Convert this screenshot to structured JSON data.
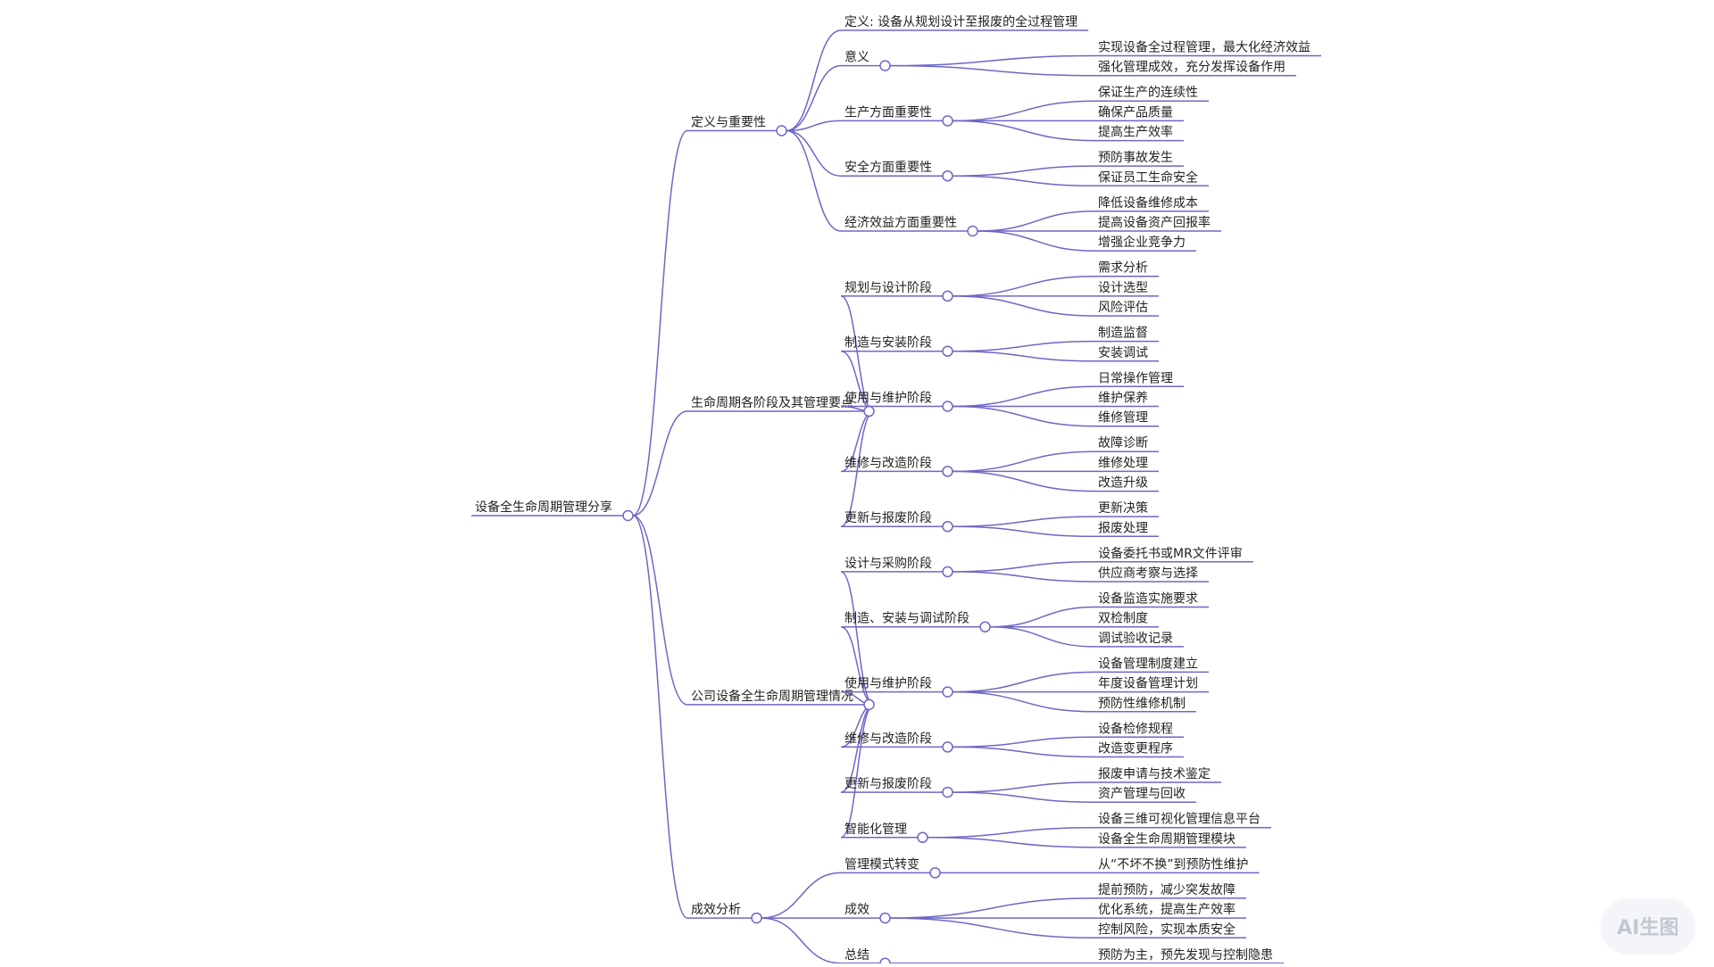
{
  "mindmap": {
    "root": {
      "label": "设备全生命周期管理分享",
      "children": [
        {
          "label": "定义与重要性",
          "children": [
            {
              "label": "定义: 设备从规划设计至报废的全过程管理"
            },
            {
              "label": "意义",
              "children": [
                {
                  "label": "实现设备全过程管理，最大化经济效益"
                },
                {
                  "label": "强化管理成效，充分发挥设备作用"
                }
              ]
            },
            {
              "label": "生产方面重要性",
              "children": [
                {
                  "label": "保证生产的连续性"
                },
                {
                  "label": "确保产品质量"
                },
                {
                  "label": "提高生产效率"
                }
              ]
            },
            {
              "label": "安全方面重要性",
              "children": [
                {
                  "label": "预防事故发生"
                },
                {
                  "label": "保证员工生命安全"
                }
              ]
            },
            {
              "label": "经济效益方面重要性",
              "children": [
                {
                  "label": "降低设备维修成本"
                },
                {
                  "label": "提高设备资产回报率"
                },
                {
                  "label": "增强企业竞争力"
                }
              ]
            }
          ]
        },
        {
          "label": "生命周期各阶段及其管理要点",
          "children": [
            {
              "label": "规划与设计阶段",
              "children": [
                {
                  "label": "需求分析"
                },
                {
                  "label": "设计选型"
                },
                {
                  "label": "风险评估"
                }
              ]
            },
            {
              "label": "制造与安装阶段",
              "children": [
                {
                  "label": "制造监督"
                },
                {
                  "label": "安装调试"
                }
              ]
            },
            {
              "label": "使用与维护阶段",
              "children": [
                {
                  "label": "日常操作管理"
                },
                {
                  "label": "维护保养"
                },
                {
                  "label": "维修管理"
                }
              ]
            },
            {
              "label": "维修与改造阶段",
              "children": [
                {
                  "label": "故障诊断"
                },
                {
                  "label": "维修处理"
                },
                {
                  "label": "改造升级"
                }
              ]
            },
            {
              "label": "更新与报废阶段",
              "children": [
                {
                  "label": "更新决策"
                },
                {
                  "label": "报废处理"
                }
              ]
            }
          ]
        },
        {
          "label": "公司设备全生命周期管理情况",
          "children": [
            {
              "label": "设计与采购阶段",
              "children": [
                {
                  "label": "设备委托书或MR文件评审"
                },
                {
                  "label": "供应商考察与选择"
                }
              ]
            },
            {
              "label": "制造、安装与调试阶段",
              "children": [
                {
                  "label": "设备监造实施要求"
                },
                {
                  "label": "双检制度"
                },
                {
                  "label": "调试验收记录"
                }
              ]
            },
            {
              "label": "使用与维护阶段",
              "children": [
                {
                  "label": "设备管理制度建立"
                },
                {
                  "label": "年度设备管理计划"
                },
                {
                  "label": "预防性维修机制"
                }
              ]
            },
            {
              "label": "维修与改造阶段",
              "children": [
                {
                  "label": "设备检修规程"
                },
                {
                  "label": "改造变更程序"
                }
              ]
            },
            {
              "label": "更新与报废阶段",
              "children": [
                {
                  "label": "报废申请与技术鉴定"
                },
                {
                  "label": "资产管理与回收"
                }
              ]
            },
            {
              "label": "智能化管理",
              "children": [
                {
                  "label": "设备三维可视化管理信息平台"
                },
                {
                  "label": "设备全生命周期管理模块"
                }
              ]
            }
          ]
        },
        {
          "label": "成效分析",
          "children": [
            {
              "label": "管理模式转变",
              "children": [
                {
                  "label": "从“不坏不换”到预防性维护"
                }
              ]
            },
            {
              "label": "成效",
              "children": [
                {
                  "label": "提前预防，减少突发故障"
                },
                {
                  "label": "优化系统，提高生产效率"
                },
                {
                  "label": "控制风险，实现本质安全"
                }
              ]
            },
            {
              "label": "总结",
              "children": [
                {
                  "label": "预防为主，预先发现与控制隐患"
                }
              ]
            }
          ]
        }
      ]
    }
  },
  "ai_button": {
    "label": "AI生图",
    "icon": "ai-image-icon"
  },
  "colors": {
    "edge": "#6e67c6",
    "text": "#222222",
    "background": "#ffffff",
    "button_bg": "#f4f5f8",
    "button_text": "#c3c7d1"
  }
}
